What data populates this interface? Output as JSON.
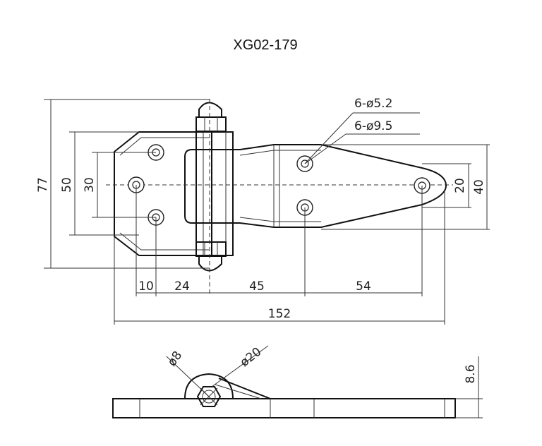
{
  "title": "XG02-179",
  "callouts": {
    "small_holes": "6-ø5.2",
    "large_holes": "6-ø9.5",
    "pin_dia": "ø8",
    "knuckle_dia": "ø20"
  },
  "dimensions": {
    "height_total": "77",
    "height_plate": "50",
    "hole_spacing_left": "30",
    "hole_spacing_right": "20",
    "height_right": "40",
    "d10": "10",
    "d24": "24",
    "d45": "45",
    "d54": "54",
    "length_total": "152",
    "thickness": "8.6"
  }
}
